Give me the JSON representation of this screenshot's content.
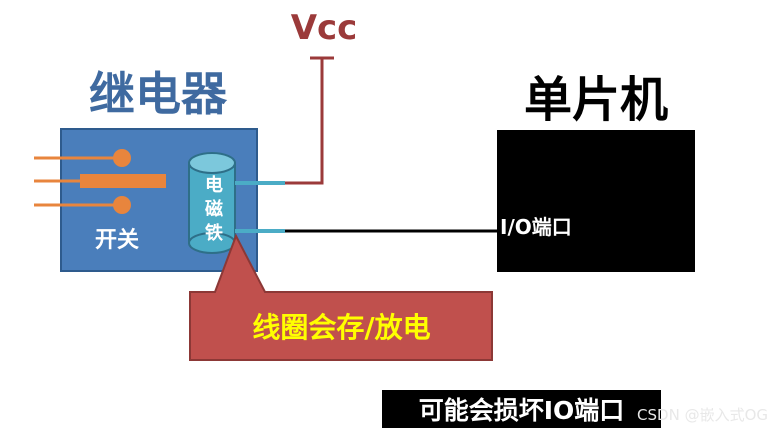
{
  "vcc_label": "Vcc",
  "relay": {
    "title": "继电器",
    "switch_label": "开关",
    "coil_label": "电\n磁\n铁"
  },
  "mcu": {
    "title": "单片机",
    "io_port_label": "I/O端口"
  },
  "coil_note": "线圈会存/放电",
  "warning_caption": "可能会损坏IO端口",
  "watermark": "CSDN @嵌入式OG",
  "colors": {
    "relay_box": "#4a7ebb",
    "relay_title": "#3f6aa0",
    "coil_fill": "#4bacc6",
    "vcc_line": "#9b3a3a",
    "switch_lines": "#e8853d",
    "callout": "#c0504d",
    "callout_text": "#ffff00",
    "mcu_box": "#000000",
    "terminal": "#4bacc6"
  }
}
